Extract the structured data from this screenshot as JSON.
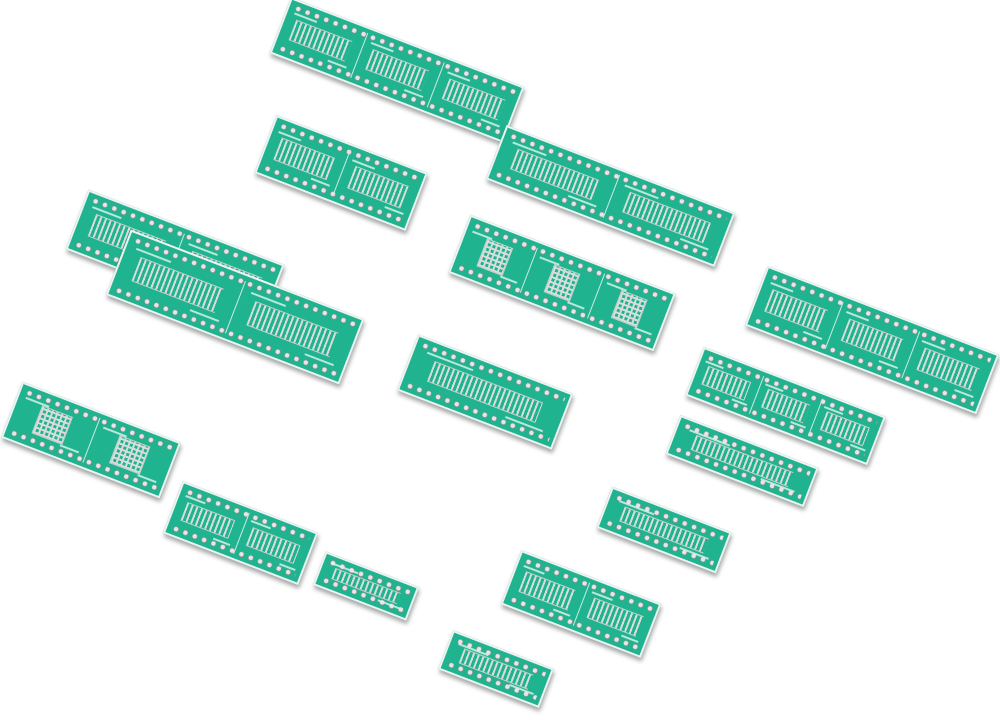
{
  "image": {
    "description_style": "natural",
    "background_color": "#ffffff",
    "board_color": "#1fb38f",
    "pad_color": "#e6e6e6"
  },
  "boards": [
    {
      "id": "b1",
      "rot": 21,
      "segments": 3,
      "chip": "tssop"
    },
    {
      "id": "b2",
      "rot": 21,
      "segments": 2,
      "chip": "tssop"
    },
    {
      "id": "b3",
      "rot": 21,
      "segments": 2,
      "chip": "ssop"
    },
    {
      "id": "b4",
      "rot": 21,
      "segments": 2,
      "chip": "ssop"
    },
    {
      "id": "b5",
      "rot": 21,
      "segments": 3,
      "chip": "qfn"
    },
    {
      "id": "b6",
      "rot": 21,
      "segments": 2,
      "chip": "ssop"
    },
    {
      "id": "b7",
      "rot": 21,
      "segments": 1,
      "chip": "ssop"
    },
    {
      "id": "b8",
      "rot": 21,
      "segments": 3,
      "chip": "tssop"
    },
    {
      "id": "b9",
      "rot": 21,
      "segments": 3,
      "chip": "soic"
    },
    {
      "id": "b10",
      "rot": 21,
      "segments": 2,
      "chip": "qfn"
    },
    {
      "id": "b11",
      "rot": 21,
      "segments": 2,
      "chip": "soic"
    },
    {
      "id": "b12",
      "rot": 21,
      "segments": 1,
      "chip": "tssop"
    },
    {
      "id": "b13",
      "rot": 21,
      "segments": 1,
      "chip": "ssop"
    },
    {
      "id": "b14",
      "rot": 21,
      "segments": 1,
      "chip": "soic"
    },
    {
      "id": "b15",
      "rot": 21,
      "segments": 2,
      "chip": "tssop"
    }
  ]
}
